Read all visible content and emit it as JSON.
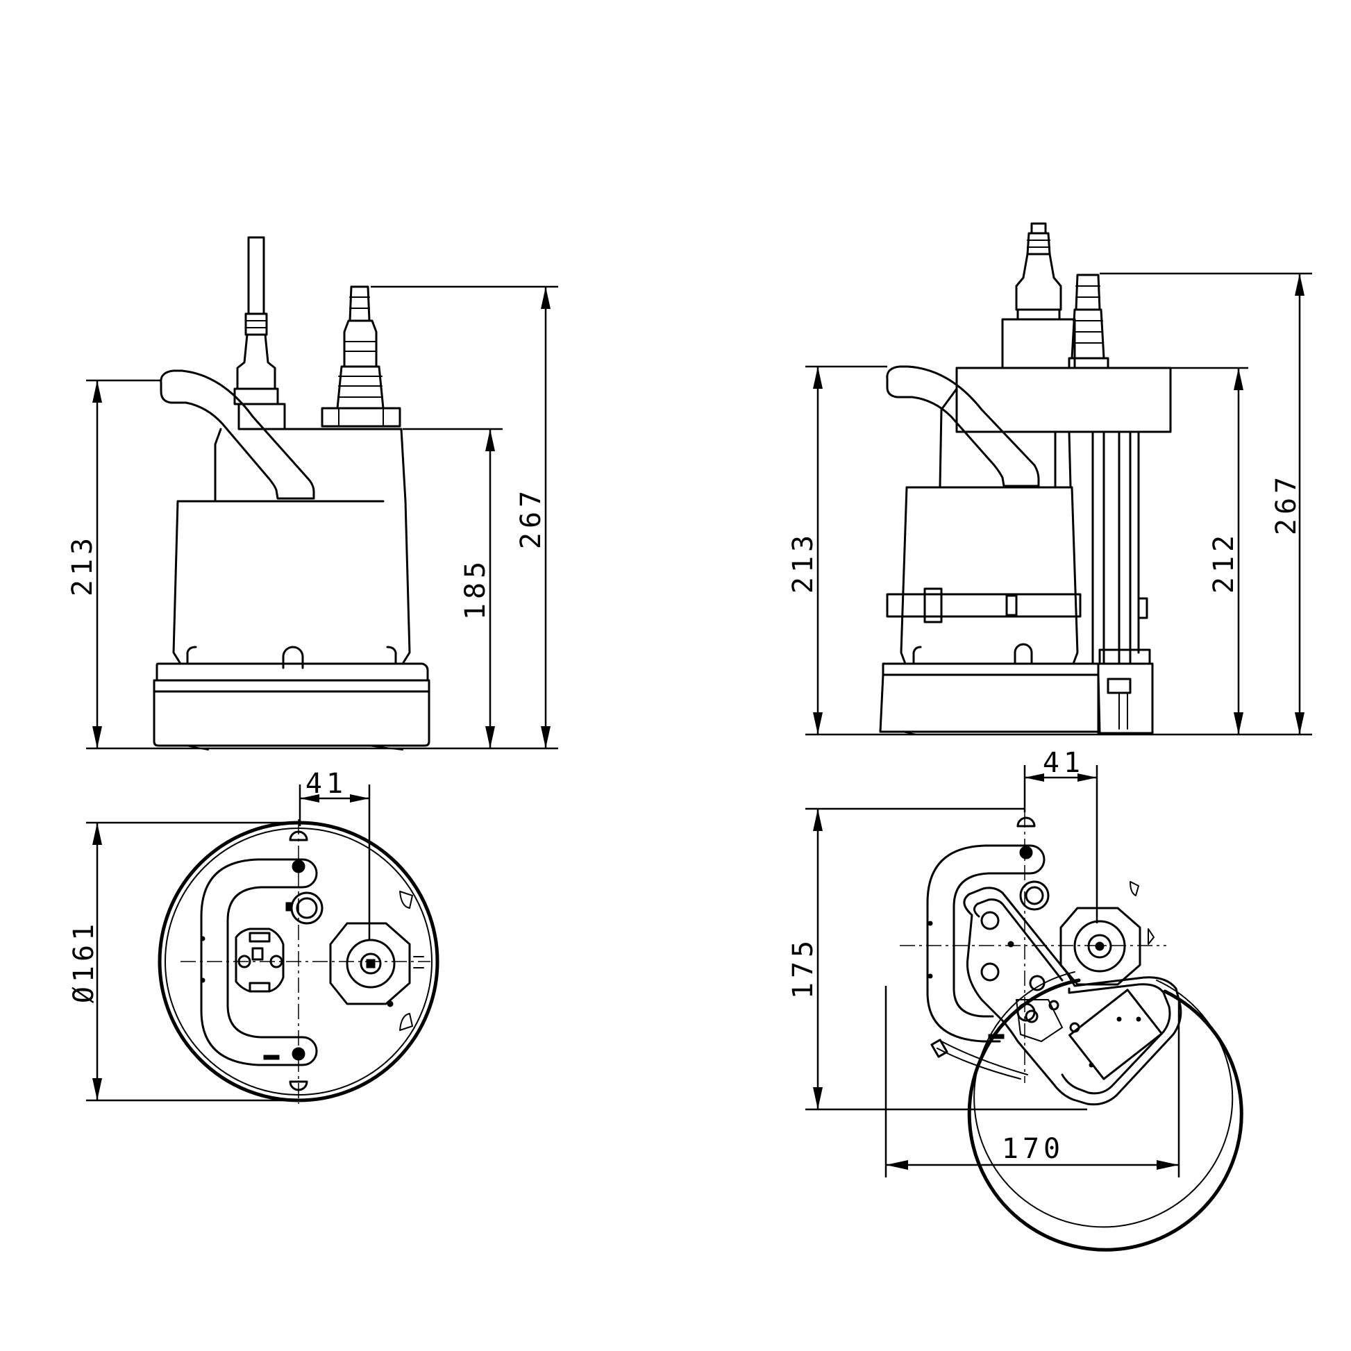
{
  "drawing": {
    "background": "#ffffff",
    "line_color": "#000000",
    "views": [
      {
        "id": "standard-pump",
        "side_view": {
          "dimensions": {
            "overall_height": "267",
            "handle_height": "213",
            "body_height": "185"
          }
        },
        "bottom_view": {
          "dimensions": {
            "diameter": "Ø161",
            "outlet_offset": "41"
          }
        }
      },
      {
        "id": "pump-with-float-switch",
        "side_view": {
          "dimensions": {
            "overall_height": "267",
            "handle_height": "213",
            "switch_height": "212"
          }
        },
        "bottom_view": {
          "dimensions": {
            "depth": "175",
            "width": "170",
            "outlet_offset": "41"
          }
        }
      }
    ]
  }
}
